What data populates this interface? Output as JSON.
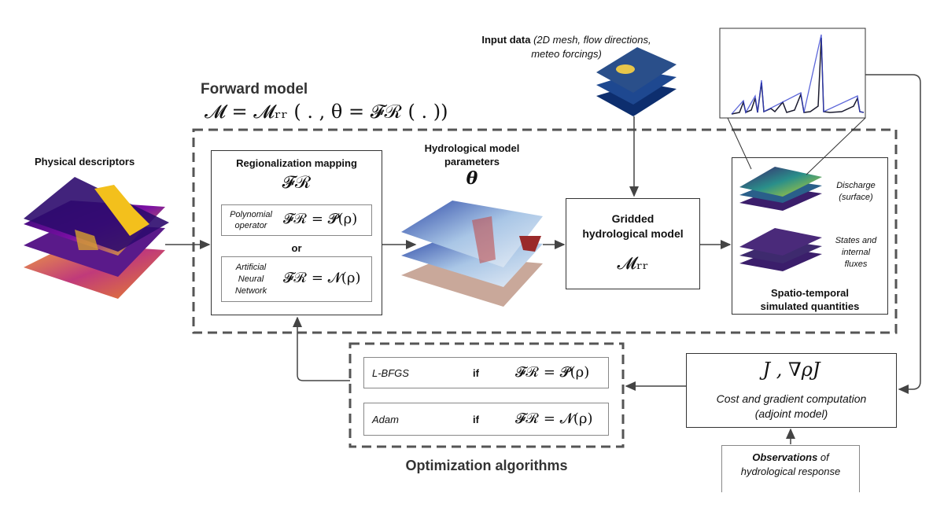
{
  "forward_model": {
    "title": "Forward model",
    "equation": "𝓜 = 𝓜ᵣᵣ ( . ,  θ = 𝓕ℛ ( . ))"
  },
  "physical_descriptors": {
    "label": "Physical descriptors"
  },
  "input_data": {
    "label_bold": "Input data",
    "label_rest": " (2D mesh, flow directions,",
    "label_line2": "meteo forcings)"
  },
  "regionalization": {
    "title": "Regionalization mapping",
    "symbol": "𝓕ℛ",
    "polynomial_label_1": "Polynomial",
    "polynomial_label_2": "operator",
    "polynomial_eq": "𝓕ℛ = 𝓟(ρ)",
    "or_label": "or",
    "ann_label_1": "Artificial",
    "ann_label_2": "Neural",
    "ann_label_3": "Network",
    "ann_eq": "𝓕ℛ = 𝓝(ρ)"
  },
  "parameters": {
    "label_1": "Hydrological model",
    "label_2": "parameters",
    "symbol": "θ"
  },
  "gridded_model": {
    "label_1": "Gridded",
    "label_2": "hydrological model",
    "symbol": "𝓜ᵣᵣ"
  },
  "simulated": {
    "discharge_1": "Discharge",
    "discharge_2": "(surface)",
    "states_1": "States and",
    "states_2": "internal",
    "states_3": "fluxes",
    "title_1": "Spatio-temporal",
    "title_2": "simulated quantities"
  },
  "cost": {
    "symbol": "J ,  ∇ρJ",
    "label_1": "Cost and gradient computation",
    "label_2": "(adjoint model)"
  },
  "observations": {
    "label_bold": "Observations",
    "label_rest": " of",
    "label_2": "hydrological response"
  },
  "optimization": {
    "title": "Optimization algorithms",
    "rows": [
      {
        "algo": "L-BFGS",
        "cond": "if",
        "eq": "𝓕ℛ = 𝓟(ρ)"
      },
      {
        "algo": "Adam",
        "cond": "if",
        "eq": "𝓕ℛ = 𝓝(ρ)"
      }
    ]
  },
  "colors": {
    "dashed": "#555555",
    "arrow": "#444444",
    "hydrograph_line": "#1a1a2e",
    "hydrograph_obs": "#3340d0"
  }
}
